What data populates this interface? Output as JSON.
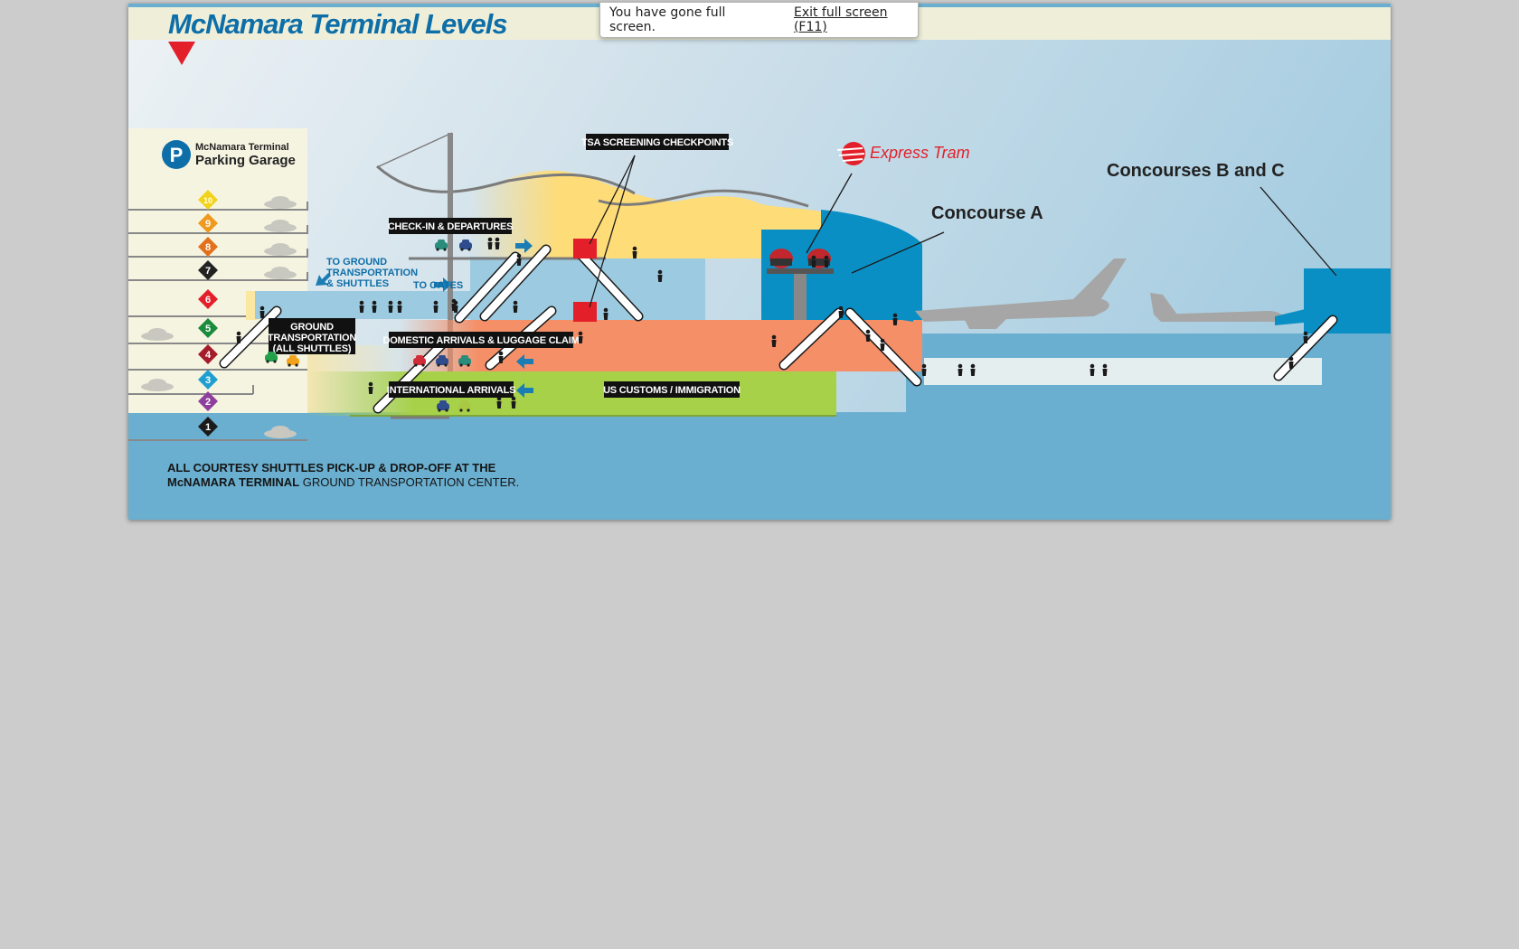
{
  "page": {
    "title": "McNamara Terminal Levels"
  },
  "fullscreen_notice": {
    "message": "You have gone full screen.",
    "exit_link": "Exit full screen (F11)"
  },
  "parking": {
    "badge_letter": "P",
    "name_line1": "McNamara Terminal",
    "name_line2": "Parking Garage",
    "levels": [
      {
        "num": "10",
        "color": "#f2d31b"
      },
      {
        "num": "9",
        "color": "#ef9a1e"
      },
      {
        "num": "8",
        "color": "#e2701c"
      },
      {
        "num": "7",
        "color": "#222222"
      },
      {
        "num": "6",
        "color": "#e3202a"
      },
      {
        "num": "5",
        "color": "#1a8a3c"
      },
      {
        "num": "4",
        "color": "#a51d2b"
      },
      {
        "num": "3",
        "color": "#1f9fd0"
      },
      {
        "num": "2",
        "color": "#8e3e9c"
      },
      {
        "num": "1",
        "color": "#1a1a1a"
      }
    ]
  },
  "labels": {
    "tsa": "TSA SCREENING CHECKPOINTS",
    "checkin": "CHECK-IN & DEPARTURES",
    "ground_transport": [
      "TO GROUND",
      "TRANSPORTATION",
      "& SHUTTLES"
    ],
    "to_gates": "TO GATES",
    "ground_box": [
      "GROUND",
      "TRANSPORTATION",
      "(ALL SHUTTLES)"
    ],
    "domestic": "DOMESTIC ARRIVALS & LUGGAGE CLAIM",
    "international": "INTERNATIONAL ARRIVALS",
    "customs": "US CUSTOMS / IMMIGRATION",
    "express_tram": "Express Tram",
    "concourse_a": "Concourse A",
    "concourse_bc": "Concourses B and C",
    "footer_line1": "ALL COURTESY SHUTTLES PICK-UP & DROP-OFF AT THE",
    "footer_line2_bold": "McNAMARA TERMINAL",
    "footer_line2_rest": " GROUND TRANSPORTATION CENTER."
  },
  "colors": {
    "title_blue": "#0d6ea8",
    "sky": "#6aafd0",
    "departures_yellow": "#fedc78",
    "domestic_orange": "#f48f68",
    "intl_green": "#a8d14a",
    "concourse_blue": "#0a8fc4",
    "tram_red": "#e3202a"
  }
}
